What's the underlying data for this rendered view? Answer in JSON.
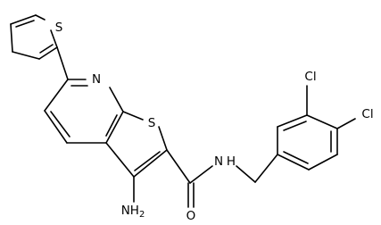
{
  "structure": {
    "atoms": {
      "s_thio": "S",
      "n_pyr": "N",
      "s_fused": "S",
      "nh2": "NH",
      "nh2_sub": "2",
      "o": "O",
      "nh": "N",
      "nh_h": "H",
      "cl3": "Cl",
      "cl4": "Cl"
    }
  }
}
